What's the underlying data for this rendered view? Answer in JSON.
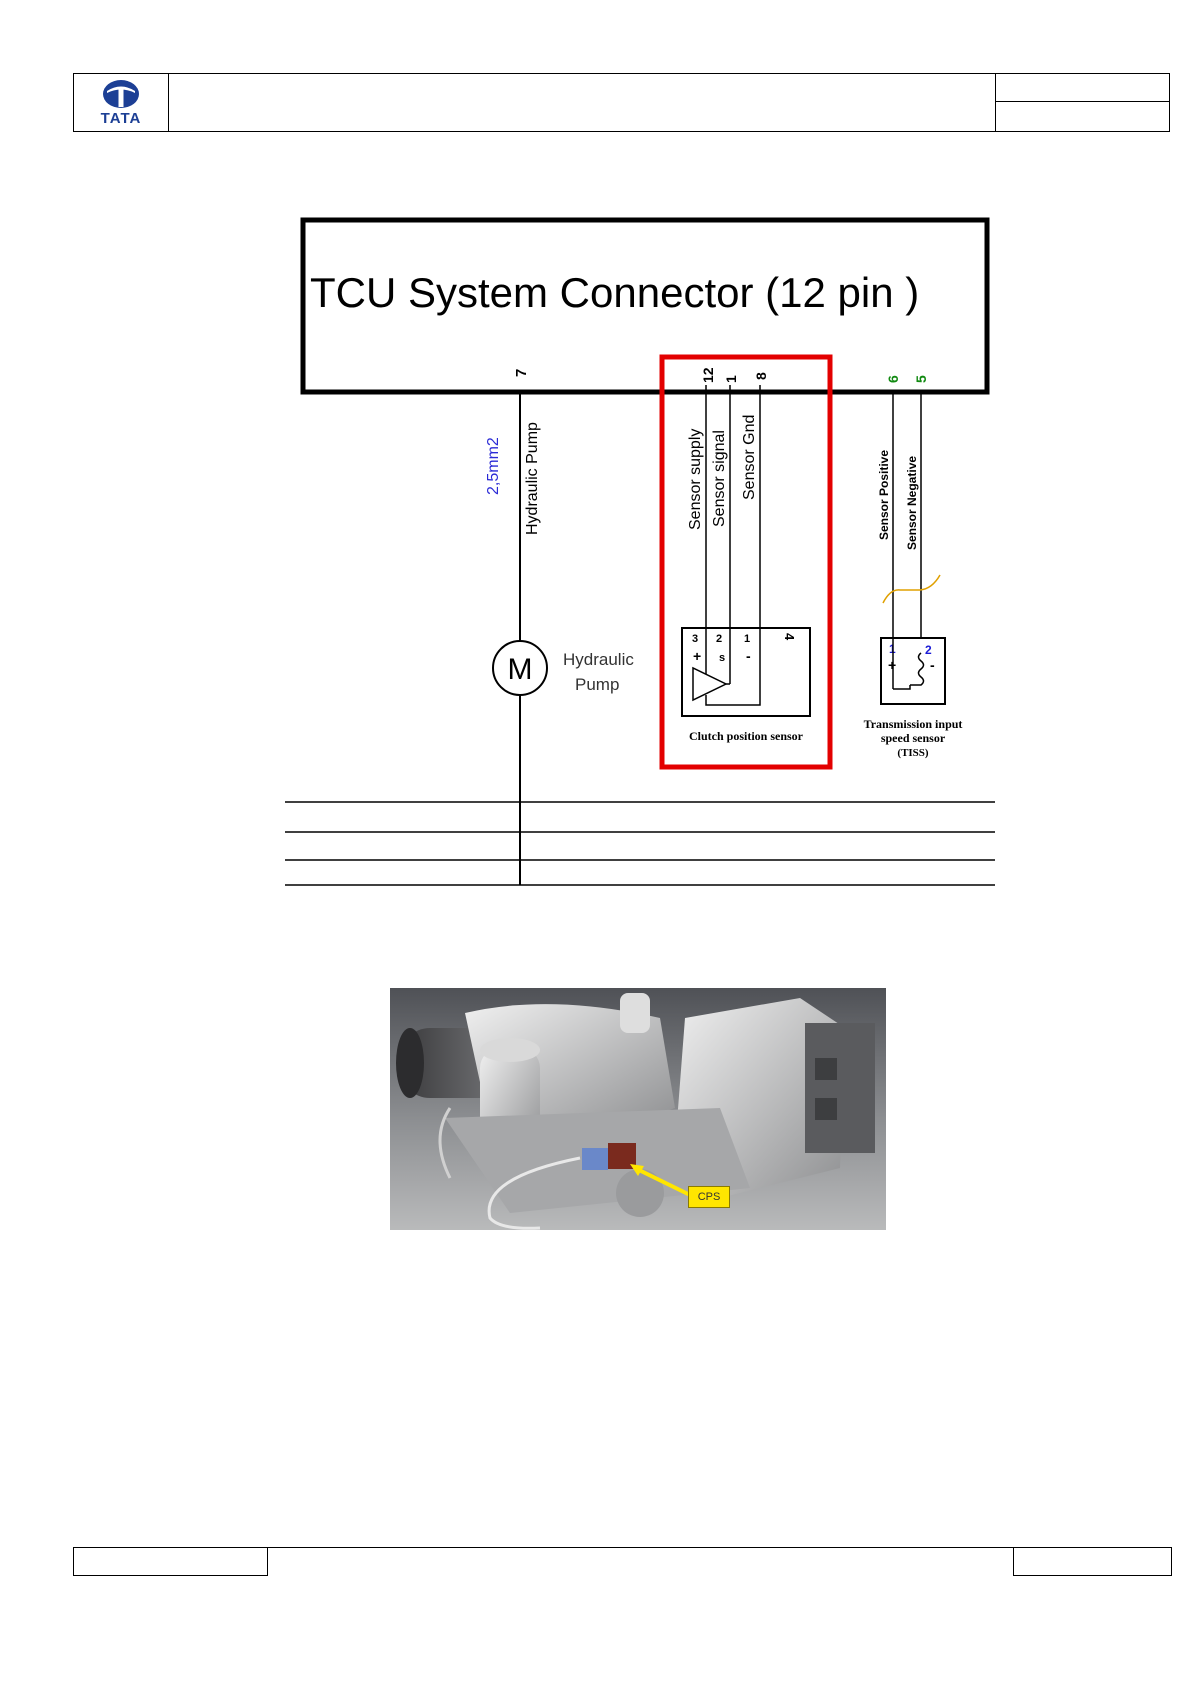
{
  "header": {
    "logo": "TATA",
    "logo_icon": "tata-t-icon"
  },
  "diagram": {
    "connector_title": "TCU  System Connector (12 pin )",
    "pins": {
      "hydraulic_pump": "7",
      "sensor_supply": "12",
      "sensor_signal": "1",
      "sensor_gnd": "8",
      "sensor_positive": "6",
      "sensor_negative": "5"
    },
    "wire_size": "2,5mm2",
    "wire_labels": {
      "hydraulic_pump": "Hydraulic Pump",
      "sensor_supply": "Sensor supply",
      "sensor_signal": "Sensor signal",
      "sensor_gnd": "Sensor Gnd",
      "sensor_positive": "Sensor Positive",
      "sensor_negative": "Sensor Negative"
    },
    "motor": {
      "symbol": "M",
      "label_line1": "Hydraulic",
      "label_line2": "Pump"
    },
    "cps": {
      "pin3": "3",
      "pin2": "2",
      "pin1": "1",
      "pin4": "4",
      "plus": "+",
      "s": "s",
      "minus": "-",
      "caption": "Clutch position sensor"
    },
    "tiss": {
      "pin1": "1",
      "pin2": "2",
      "plus": "+",
      "minus": "-",
      "caption_line1": "Transmission input",
      "caption_line2": "speed sensor",
      "caption_line3": "(TISS)"
    },
    "colors": {
      "highlight": "#e30000",
      "wire_size_blue": "#2b2bd6",
      "pin_green": "#118a11",
      "pin_blue": "#1a1ad6"
    }
  },
  "photo": {
    "callout": "CPS"
  }
}
